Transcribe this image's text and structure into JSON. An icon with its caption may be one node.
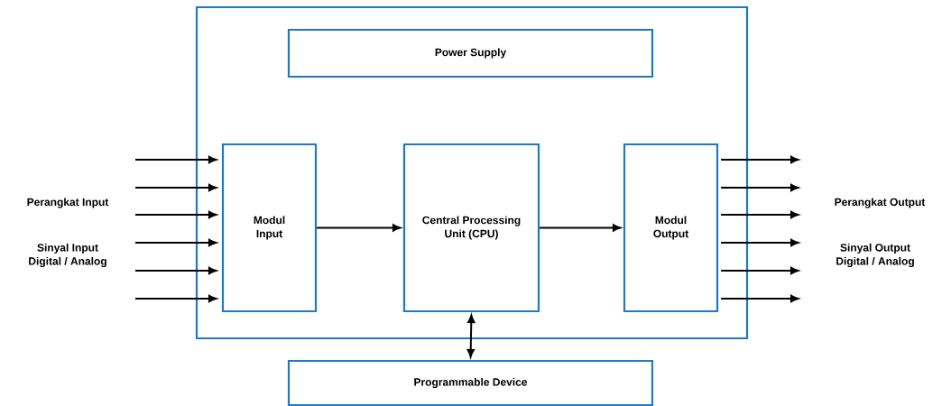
{
  "diagram": {
    "nodes": [
      {
        "text": [],
        "shape": "box"
      },
      {
        "text": [
          "Power Supply"
        ],
        "in": 0
      },
      {
        "text": [
          "Modul Input"
        ],
        "in": 0
      },
      {
        "text": [
          "Central Processing Unit (CPU)"
        ],
        "in": 0
      },
      {
        "text": [
          "Modul Output"
        ],
        "in": 0
      },
      {
        "text": [
          "Programmable Device"
        ]
      }
    ],
    "edges": [
      {
        "from": null,
        "to": 2,
        "arrow": "to"
      },
      {
        "from": null,
        "to": 2,
        "arrow": "to"
      },
      {
        "from": null,
        "to": 2,
        "arrow": "to"
      },
      {
        "from": null,
        "to": 2,
        "arrow": "to"
      },
      {
        "from": null,
        "to": 2,
        "arrow": "to"
      },
      {
        "from": null,
        "to": 2,
        "arrow": "to"
      },
      {
        "from": 2,
        "to": 3,
        "arrow": "to"
      },
      {
        "from": 3,
        "to": 4,
        "arrow": "to"
      },
      {
        "from": 4,
        "to": null,
        "arrow": "to"
      },
      {
        "from": 4,
        "to": null,
        "arrow": "to"
      },
      {
        "from": 4,
        "to": null,
        "arrow": "to"
      },
      {
        "from": 4,
        "to": null,
        "arrow": "to"
      },
      {
        "from": 4,
        "to": null,
        "arrow": "to"
      },
      {
        "from": 4,
        "to": null,
        "arrow": "to"
      },
      {
        "from": 3,
        "to": 5,
        "arrow": "both"
      }
    ],
    "labels": [
      "Perangkat Input",
      "Sinyal Input Digital / Analog",
      "Perangkat Output",
      "Sinyal Output Digital / Analog"
    ]
  }
}
